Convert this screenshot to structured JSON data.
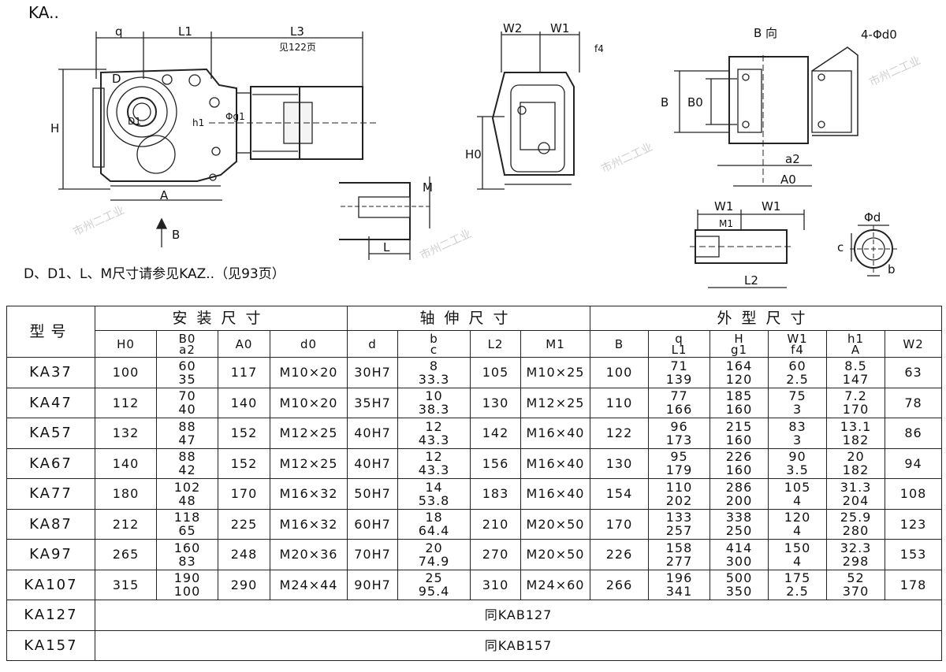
{
  "drawing": {
    "title": "KA..",
    "front_view": {
      "q": "q",
      "L1": "L1",
      "L3": "L3",
      "L3_note": "见122页",
      "D": "D",
      "D1": "D1",
      "h1": "h1",
      "g1": "Φg1",
      "H": "H",
      "A": "A",
      "B_arrow": "B"
    },
    "side_view": {
      "W2": "W2",
      "W1": "W1",
      "f4": "f4",
      "H0": "H0"
    },
    "thread_detail": {
      "M": "M",
      "L": "L"
    },
    "b_view": {
      "title": "B 向",
      "d0": "4-Φd0",
      "B": "B",
      "B0": "B0",
      "a2": "a2",
      "A0": "A0"
    },
    "shaft_view": {
      "W1a": "W1",
      "W1b": "W1",
      "M1": "M1",
      "L2": "L2"
    },
    "shaft_section": {
      "d": "Φd",
      "c": "c",
      "b": "b"
    }
  },
  "note": "D、D1、L、M尺寸请参见KAZ..（见93页）",
  "table": {
    "model_header": "型号",
    "groups": {
      "mount": "安装尺寸",
      "shaft": "轴伸尺寸",
      "outer": "外型尺寸"
    },
    "columns": [
      [
        "H0"
      ],
      [
        "B0",
        "a2"
      ],
      [
        "A0"
      ],
      [
        "d0"
      ],
      [
        "d"
      ],
      [
        "b",
        "c"
      ],
      [
        "L2"
      ],
      [
        "M1"
      ],
      [
        "B"
      ],
      [
        "q",
        "L1"
      ],
      [
        "H",
        "g1"
      ],
      [
        "W1",
        "f4"
      ],
      [
        "h1",
        "A"
      ],
      [
        "W2"
      ]
    ],
    "rows": [
      {
        "model": "KA37",
        "v": [
          [
            "100"
          ],
          [
            "60",
            "35"
          ],
          [
            "117"
          ],
          [
            "M10×20"
          ],
          [
            "30H7"
          ],
          [
            "8",
            "33.3"
          ],
          [
            "105"
          ],
          [
            "M10×25"
          ],
          [
            "100"
          ],
          [
            "71",
            "139"
          ],
          [
            "164",
            "120"
          ],
          [
            "60",
            "2.5"
          ],
          [
            "8.5",
            "147"
          ],
          [
            "63"
          ]
        ]
      },
      {
        "model": "KA47",
        "v": [
          [
            "112"
          ],
          [
            "70",
            "40"
          ],
          [
            "140"
          ],
          [
            "M10×20"
          ],
          [
            "35H7"
          ],
          [
            "10",
            "38.3"
          ],
          [
            "130"
          ],
          [
            "M12×25"
          ],
          [
            "110"
          ],
          [
            "77",
            "166"
          ],
          [
            "185",
            "160"
          ],
          [
            "75",
            "3"
          ],
          [
            "7.2",
            "170"
          ],
          [
            "78"
          ]
        ]
      },
      {
        "model": "KA57",
        "v": [
          [
            "132"
          ],
          [
            "88",
            "47"
          ],
          [
            "152"
          ],
          [
            "M12×25"
          ],
          [
            "40H7"
          ],
          [
            "12",
            "43.3"
          ],
          [
            "142"
          ],
          [
            "M16×40"
          ],
          [
            "122"
          ],
          [
            "96",
            "173"
          ],
          [
            "215",
            "160"
          ],
          [
            "83",
            "3"
          ],
          [
            "13.1",
            "182"
          ],
          [
            "86"
          ]
        ]
      },
      {
        "model": "KA67",
        "v": [
          [
            "140"
          ],
          [
            "88",
            "42"
          ],
          [
            "152"
          ],
          [
            "M12×25"
          ],
          [
            "40H7"
          ],
          [
            "12",
            "43.3"
          ],
          [
            "156"
          ],
          [
            "M16×40"
          ],
          [
            "130"
          ],
          [
            "95",
            "179"
          ],
          [
            "226",
            "160"
          ],
          [
            "90",
            "3.5"
          ],
          [
            "20",
            "182"
          ],
          [
            "94"
          ]
        ]
      },
      {
        "model": "KA77",
        "v": [
          [
            "180"
          ],
          [
            "102",
            "48"
          ],
          [
            "170"
          ],
          [
            "M16×32"
          ],
          [
            "50H7"
          ],
          [
            "14",
            "53.8"
          ],
          [
            "183"
          ],
          [
            "M16×40"
          ],
          [
            "154"
          ],
          [
            "110",
            "202"
          ],
          [
            "286",
            "200"
          ],
          [
            "105",
            "4"
          ],
          [
            "31.3",
            "204"
          ],
          [
            "108"
          ]
        ]
      },
      {
        "model": "KA87",
        "v": [
          [
            "212"
          ],
          [
            "118",
            "65"
          ],
          [
            "225"
          ],
          [
            "M16×32"
          ],
          [
            "60H7"
          ],
          [
            "18",
            "64.4"
          ],
          [
            "210"
          ],
          [
            "M20×50"
          ],
          [
            "170"
          ],
          [
            "133",
            "257"
          ],
          [
            "338",
            "250"
          ],
          [
            "120",
            "4"
          ],
          [
            "25.9",
            "280"
          ],
          [
            "123"
          ]
        ]
      },
      {
        "model": "KA97",
        "v": [
          [
            "265"
          ],
          [
            "160",
            "83"
          ],
          [
            "248"
          ],
          [
            "M20×36"
          ],
          [
            "70H7"
          ],
          [
            "20",
            "74.9"
          ],
          [
            "270"
          ],
          [
            "M20×50"
          ],
          [
            "226"
          ],
          [
            "158",
            "277"
          ],
          [
            "414",
            "300"
          ],
          [
            "150",
            "4"
          ],
          [
            "32.3",
            "298"
          ],
          [
            "153"
          ]
        ]
      },
      {
        "model": "KA107",
        "v": [
          [
            "315"
          ],
          [
            "190",
            "100"
          ],
          [
            "290"
          ],
          [
            "M24×44"
          ],
          [
            "90H7"
          ],
          [
            "25",
            "95.4"
          ],
          [
            "310"
          ],
          [
            "M24×60"
          ],
          [
            "266"
          ],
          [
            "196",
            "341"
          ],
          [
            "500",
            "350"
          ],
          [
            "175",
            "2.5"
          ],
          [
            "52",
            "370"
          ],
          [
            "178"
          ]
        ]
      }
    ],
    "span_rows": [
      {
        "model": "KA127",
        "text": "同KAB127"
      },
      {
        "model": "KA157",
        "text": "同KAB157"
      }
    ]
  }
}
